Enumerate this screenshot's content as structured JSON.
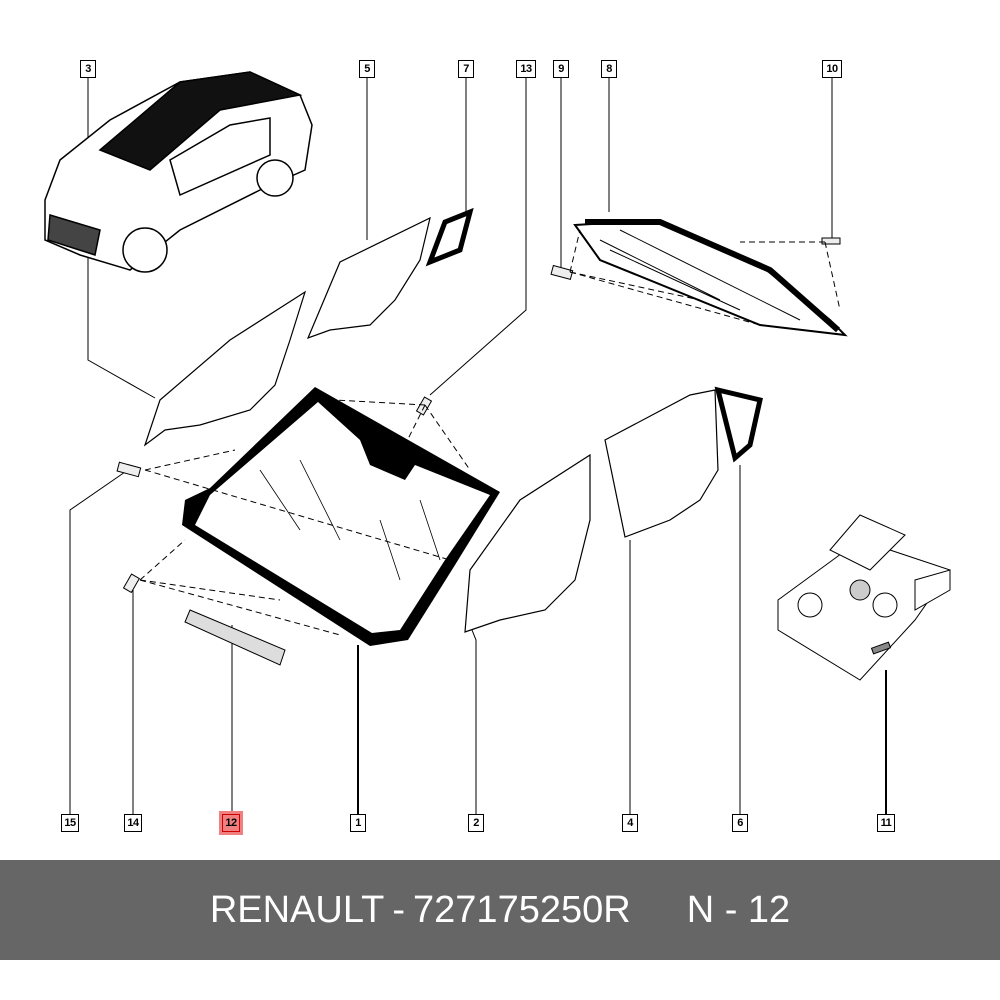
{
  "callouts_top": [
    "3",
    "5",
    "7",
    "13",
    "9",
    "8",
    "10"
  ],
  "callouts_bottom": [
    "15",
    "14",
    "12",
    "1",
    "2",
    "4",
    "6",
    "11"
  ],
  "highlighted_callout": "12",
  "highlight_color": "#f08080",
  "footer": {
    "brand": "RENAULT",
    "separator": "-",
    "part_number": "727175250R",
    "position_label": "N - 12"
  },
  "footer_bg": "#666666"
}
